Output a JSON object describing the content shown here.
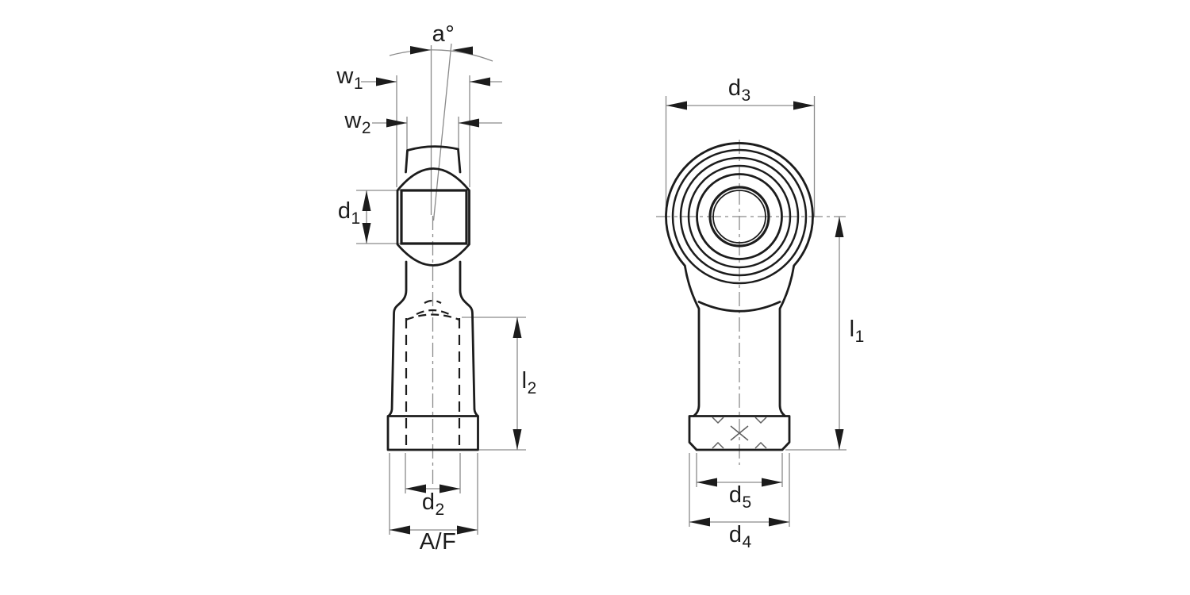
{
  "figure": {
    "type": "technical-drawing",
    "subject": "rod end bearing with female thread, two orthographic views",
    "colors": {
      "background": "#ffffff",
      "outline": "#1c1c1c",
      "thin_line": "#8a8a8a",
      "text": "#1c1c1c"
    }
  },
  "labels": {
    "a": {
      "main": "a°"
    },
    "w1": {
      "main": "w",
      "sub": "1"
    },
    "w2": {
      "main": "w",
      "sub": "2"
    },
    "d1": {
      "main": "d",
      "sub": "1"
    },
    "l2": {
      "main": "l",
      "sub": "2"
    },
    "d2": {
      "main": "d",
      "sub": "2"
    },
    "af": {
      "main": "A/F"
    },
    "d3": {
      "main": "d",
      "sub": "3"
    },
    "l1": {
      "main": "l",
      "sub": "1"
    },
    "d5": {
      "main": "d",
      "sub": "5"
    },
    "d4": {
      "main": "d",
      "sub": "4"
    }
  }
}
